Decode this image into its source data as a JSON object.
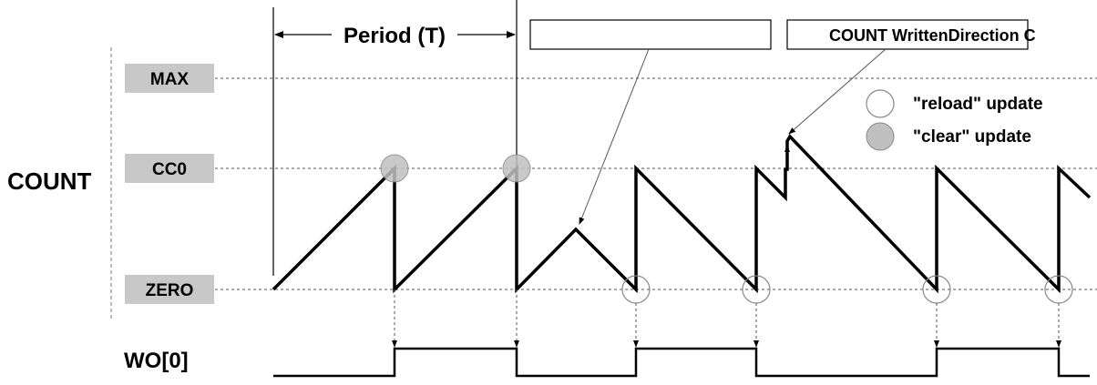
{
  "diagram": {
    "period_label": "Period (T)",
    "callout_left": "",
    "callout_right": "COUNT WrittenDirection C",
    "axis_title": "COUNT",
    "levels": {
      "max": "MAX",
      "cc0": "CC0",
      "zero": "ZERO"
    },
    "output_label": "WO[0]",
    "legend": {
      "reload": "\"reload\" update",
      "clear": "\"clear\" update"
    },
    "colors": {
      "line": "#000000",
      "level_box": "#c8c8c8",
      "clear_marker": "#c0c0c0",
      "reload_marker": "#ffffff",
      "guide": "#555555"
    }
  }
}
